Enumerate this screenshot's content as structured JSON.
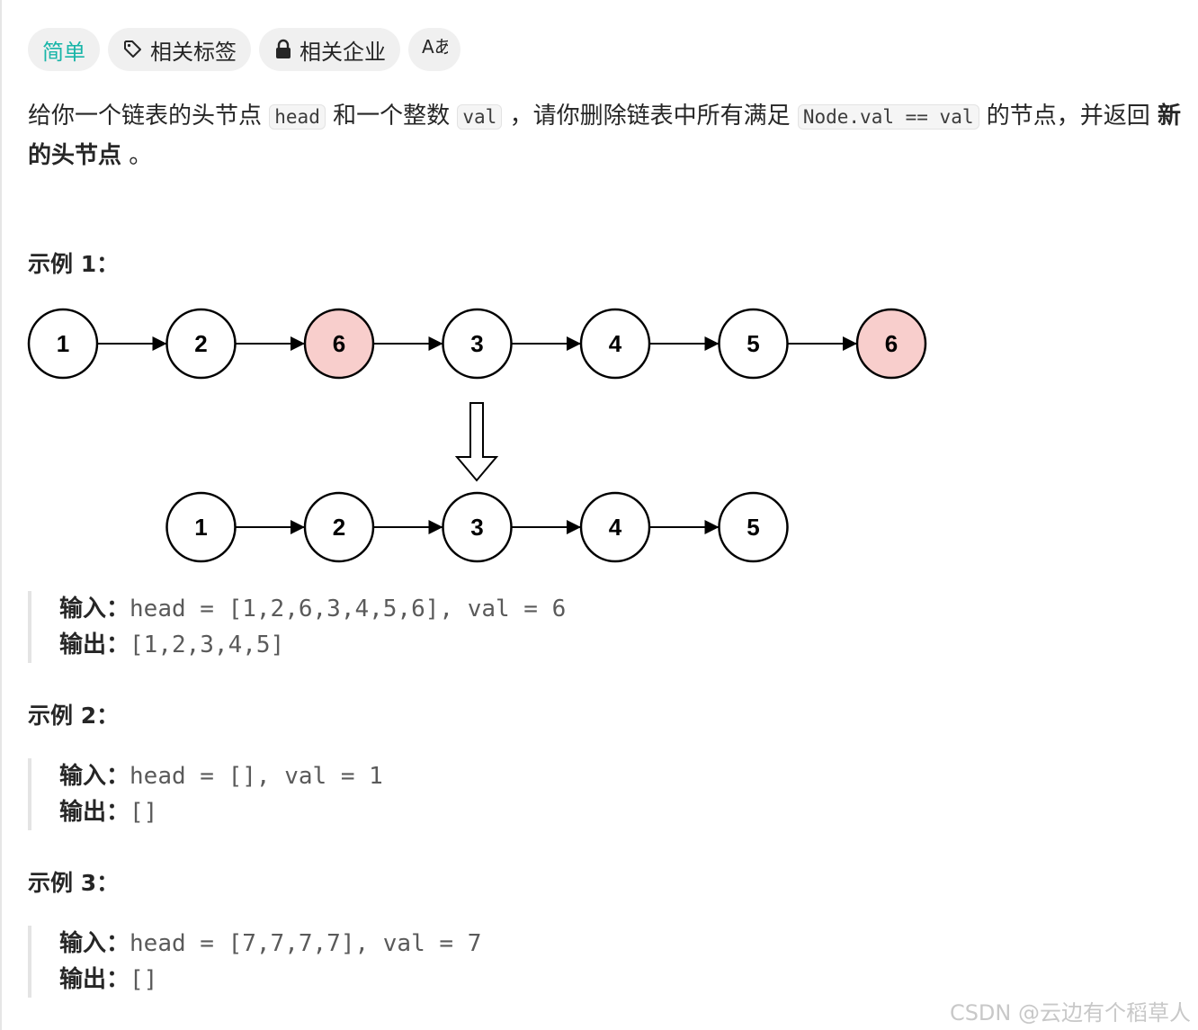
{
  "tags": {
    "difficulty": "简单",
    "related_tags": "相关标签",
    "related_companies": "相关企业",
    "lang_icon": "Aあ"
  },
  "description": {
    "part1": "给你一个链表的头节点 ",
    "code1": "head",
    "part2": " 和一个整数 ",
    "code2": "val",
    "part3": " ，请你删除链表中所有满足 ",
    "code3": "Node.val == val",
    "part4": " 的节点，并返回 ",
    "bold": "新的头节点",
    "part5": " 。"
  },
  "diagram": {
    "top_nodes": [
      "1",
      "2",
      "6",
      "3",
      "4",
      "5",
      "6"
    ],
    "top_removed": [
      false,
      false,
      true,
      false,
      false,
      false,
      true
    ],
    "bottom_nodes": [
      "1",
      "2",
      "3",
      "4",
      "5"
    ],
    "colors": {
      "removed_fill": "#f8cecc",
      "normal_fill": "#ffffff",
      "stroke": "#000000"
    }
  },
  "examples": [
    {
      "title": "示例 1：",
      "input_label": "输入：",
      "input": "head = [1,2,6,3,4,5,6], val = 6",
      "output_label": "输出：",
      "output": "[1,2,3,4,5]"
    },
    {
      "title": "示例 2：",
      "input_label": "输入：",
      "input": "head = [], val = 1",
      "output_label": "输出：",
      "output": "[]"
    },
    {
      "title": "示例 3：",
      "input_label": "输入：",
      "input": "head = [7,7,7,7], val = 7",
      "output_label": "输出：",
      "output": "[]"
    }
  ],
  "watermark": "CSDN @云边有个稻草人"
}
